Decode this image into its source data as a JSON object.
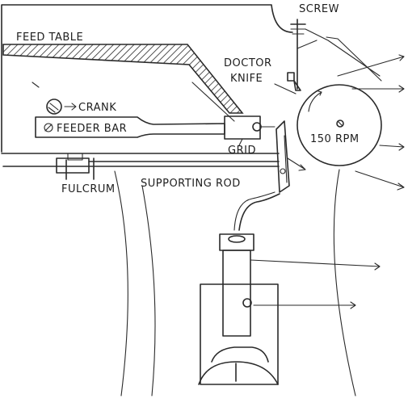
{
  "labels": {
    "screw": "SCREW",
    "feed_table": "FEED TABLE",
    "doctor": "DOCTOR",
    "knife": "KNIFE",
    "crank": "CRANK",
    "feeder_bar": "FEEDER BAR",
    "grid": "GRID",
    "speed": "150 RPM",
    "fulcrum": "FULCRUM",
    "supporting_rod": "SUPPORTING ROD"
  },
  "colors": {
    "ink": "#2a2a2a",
    "paper": "#ffffff"
  }
}
